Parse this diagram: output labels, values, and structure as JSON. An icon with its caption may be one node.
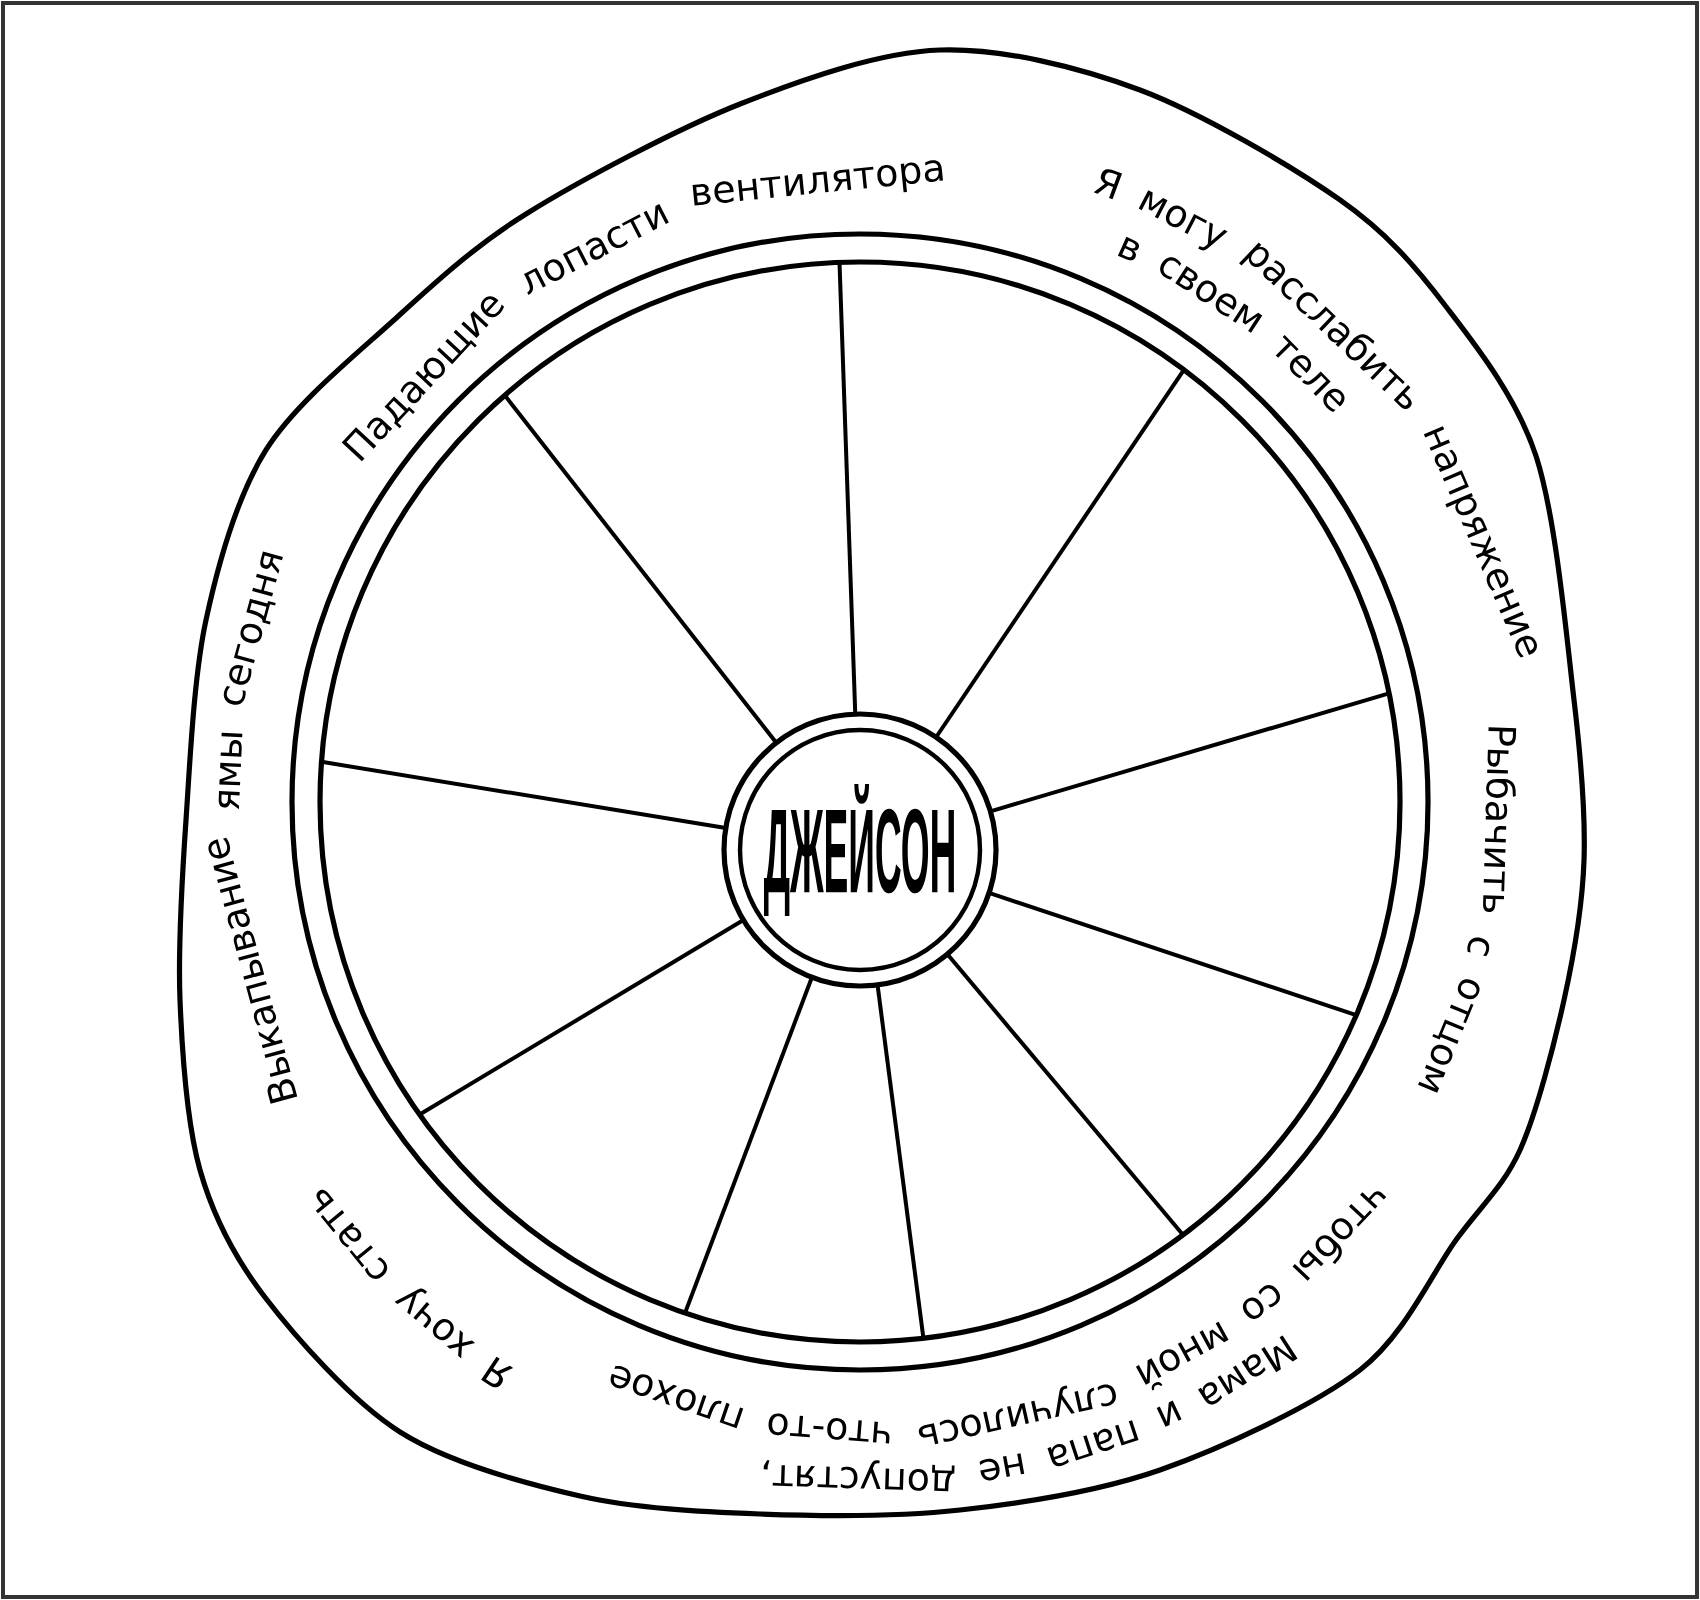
{
  "diagram": {
    "nodes": [
      {
        "text": [
          "ДЖЕЙСОН"
        ]
      }
    ],
    "labels": [
      "Падающие лопасти вентилятора",
      "Я могу расслабить напряжение в своем теле",
      "Рыбачить с отцом",
      "Мама и папа не допустят, чтобы со мной случилось что-то плохое",
      "Я хочу стать",
      "Выкапывание ямы сегодня"
    ]
  }
}
